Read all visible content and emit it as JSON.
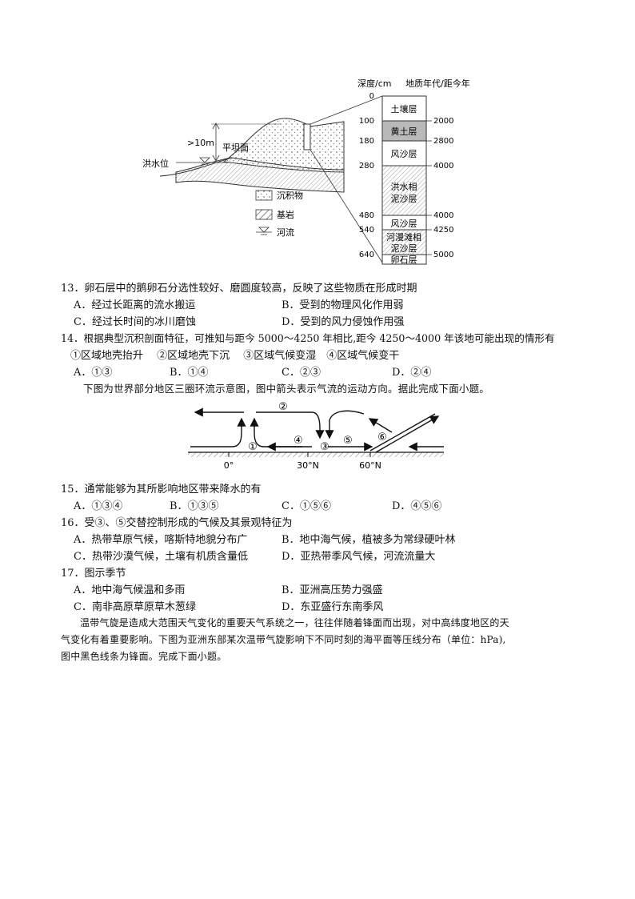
{
  "fig1": {
    "depth_header": "深度/cm",
    "age_header": "地质年代/距今年",
    "layers": [
      "土壤层",
      "黄土层",
      "风沙层",
      "洪水相",
      "泥沙层",
      "风沙层",
      "河漫滩相",
      "泥沙层",
      "卵石层"
    ],
    "depths": [
      "0",
      "100",
      "180",
      "280",
      "480",
      "540",
      "640"
    ],
    "ages": [
      "2000",
      "2800",
      "4000",
      "4000",
      "4250",
      "5000"
    ],
    "height_label": ">10m",
    "flat_label": "平坦面",
    "flood_label": "洪水位",
    "legend": [
      "沉积物",
      "基岩",
      "河流"
    ]
  },
  "q13": {
    "stem": "13．卵石层中的鹅卵石分选性较好、磨圆度较高，反映了这些物质在形成时期",
    "A": "A．经过长距离的流水搬运",
    "B": "B．受到的物理风化作用弱",
    "C": "C．经过长时间的冰川磨蚀",
    "D": "D．受到的风力侵蚀作用强"
  },
  "q14": {
    "stem": "14．根据典型沉积剖面特征，可推知与距今 5000～4250 年相比,距今 4250～4000 年该地可能出现的情形有",
    "items": "①区域地壳抬升　 ②区域地壳下沉　 ③区域气候变湿　④区域气候变干",
    "A": "A．①③",
    "B": "B．①④",
    "C": "C．②③",
    "D": "D．②④"
  },
  "intro2": "下图为世界部分地区三圈环流示意图，图中箭头表示气流的运动方向。据此完成下面小题。",
  "fig2": {
    "circles": [
      "①",
      "②",
      "③",
      "④",
      "⑤",
      "⑥"
    ],
    "lat": [
      "0°",
      "30°N",
      "60°N"
    ]
  },
  "q15": {
    "stem": "15．通常能够为其所影响地区带来降水的有",
    "A": "A．①③④",
    "B": "B．①③⑤",
    "C": "C．①⑤⑥",
    "D": "D．④⑤⑥"
  },
  "q16": {
    "stem": "16．受③、⑤交替控制形成的气候及其景观特征为",
    "A": "A．热带草原气候，喀斯特地貌分布广",
    "B": "B．地中海气候，植被多为常绿硬叶林",
    "C": "C．热带沙漠气候，土壤有机质含量低",
    "D": "D．亚热带季风气候，河流流量大"
  },
  "q17": {
    "stem": "17．图示季节",
    "A": "A．地中海气候温和多雨",
    "B": "B．亚洲高压势力强盛",
    "C": "C．南非高原草原草木葱绿",
    "D": "D．东亚盛行东南季风"
  },
  "intro3": {
    "line1": "温带气旋是造成大范围天气变化的重要天气系统之一，往往伴随着锋面而出现，对中高纬度地区的天",
    "line2": "气变化有着重要影响。下图为亚洲东部某次温带气旋影响下不同时刻的海平面等压线分布（单位：hPa),",
    "line3": "图中黑色线条为锋面。完成下面小题。"
  }
}
